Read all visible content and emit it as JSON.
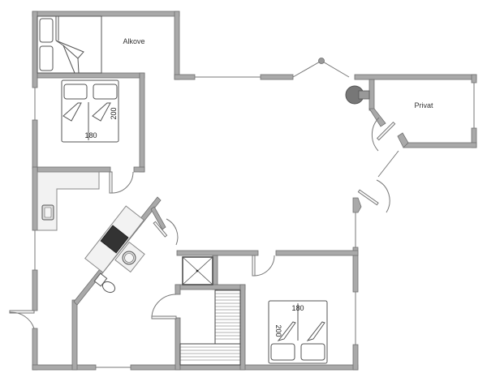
{
  "floorplan": {
    "rooms": [
      {
        "name": "alkove",
        "label": "Alkove"
      },
      {
        "name": "privat",
        "label": "Privat"
      }
    ],
    "beds": [
      {
        "name": "bed-upper-left",
        "width_label": "180",
        "length_label": "200"
      },
      {
        "name": "bed-lower-right",
        "width_label": "180",
        "length_label": "200"
      }
    ],
    "colors": {
      "wall_fill": "#a9a9a9",
      "wall_stroke": "#6f6f6f",
      "counter": "#f2f2f2",
      "stove": "#333333",
      "background": "#ffffff"
    }
  }
}
